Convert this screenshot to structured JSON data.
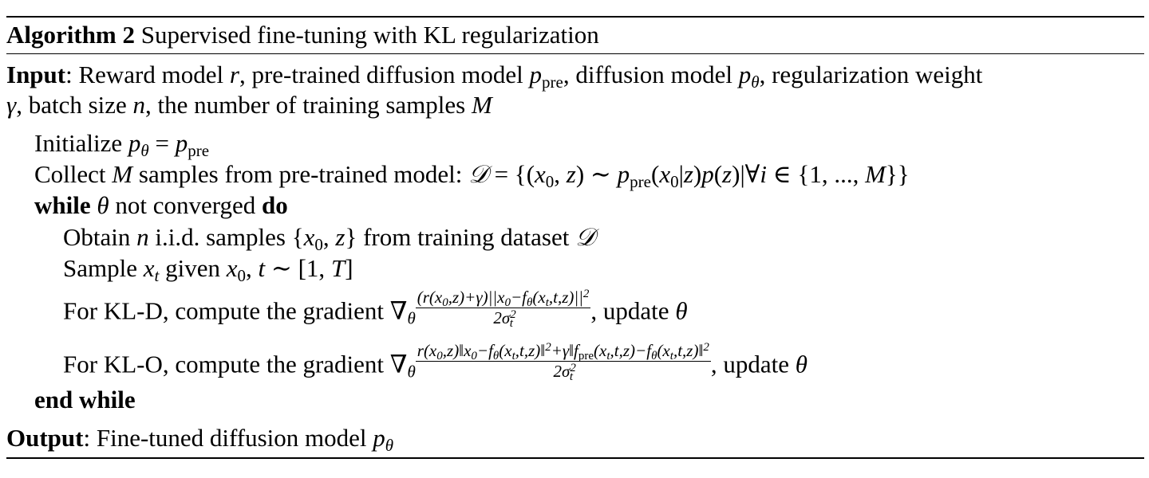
{
  "algorithm": {
    "label": "Algorithm 2",
    "title": "Supervised fine-tuning with KL regularization"
  },
  "input": {
    "label": "Input",
    "line1": {
      "t1": ": Reward model ",
      "v_r": "r",
      "t2": ", pre-trained diffusion model ",
      "v_p": "p",
      "sub_pre": "pre",
      "t3": ", diffusion model ",
      "sub_theta": "θ",
      "t4": ", regularization weight"
    },
    "line2": {
      "v_gamma": "γ",
      "t1": ", batch size ",
      "v_n": "n",
      "t2": ", the number of training samples ",
      "v_M": "M"
    }
  },
  "steps": {
    "init": {
      "text": "Initialize ",
      "v_p": "p",
      "sub_theta": "θ",
      "eq": " = ",
      "sub_pre": "pre"
    },
    "collect": {
      "text": "Collect ",
      "v_M": "M",
      "text2": " samples from pre-trained model: ",
      "v_D": "𝒟",
      "expr1": " = {(",
      "v_x": "x",
      "sub_0": "0",
      "comma": ", ",
      "v_z": "z",
      "expr2": ") ∼ ",
      "sub_pre": "pre",
      "expr3": "(",
      "expr4": "|",
      "expr5": ")",
      "v_p2": "p",
      "expr6": "(",
      "expr7": ")|∀",
      "v_i": "i",
      "expr8": " ∈ {1, ..., ",
      "expr9": "}}"
    },
    "while": {
      "kw_while": "while",
      "v_theta": "θ",
      "text": " not converged ",
      "kw_do": "do"
    },
    "obtain": {
      "text": "Obtain ",
      "v_n": "n",
      "text2": " i.i.d. samples {",
      "text3": "} from training dataset "
    },
    "sample": {
      "text": "Sample ",
      "sub_t": "t",
      "text2": " given ",
      "text3": ", ",
      "v_t": "t",
      "text4": " ∼ [1, ",
      "v_T": "T",
      "text5": "]"
    },
    "kld": {
      "text": "For KL-D, compute the gradient ",
      "nabla": "∇",
      "numerator_a": "(r(x",
      "numerator_b": ",z)+γ)||x",
      "numerator_c": "−f",
      "numerator_d": "(x",
      "numerator_e": ",t,z)||",
      "numerator_sq": "2",
      "denominator_a": "2σ",
      "denominator_sq": "2",
      "denominator_t": "t",
      "tail": ", update "
    },
    "klo": {
      "text": "For KL-O, compute the gradient ",
      "nabla": "∇",
      "numerator_a": "r(x",
      "numerator_b": ",z)‖x",
      "numerator_c": "−f",
      "numerator_d": "(x",
      "numerator_e": ",t,z)‖",
      "numerator_sq": "2",
      "numerator_f": "+γ‖f",
      "sub_pre": "pre",
      "numerator_g": "(x",
      "numerator_h": ",t,z)−f",
      "numerator_i": "(x",
      "numerator_j": ",t,z)‖",
      "numerator_sq2": "2",
      "denominator_a": "2σ",
      "denominator_sq": "2",
      "denominator_t": "t",
      "tail": ", update "
    },
    "end": {
      "kw": "end while"
    }
  },
  "output": {
    "label": "Output",
    "text": ": Fine-tuned diffusion model ",
    "v_p": "p",
    "sub_theta": "θ"
  }
}
